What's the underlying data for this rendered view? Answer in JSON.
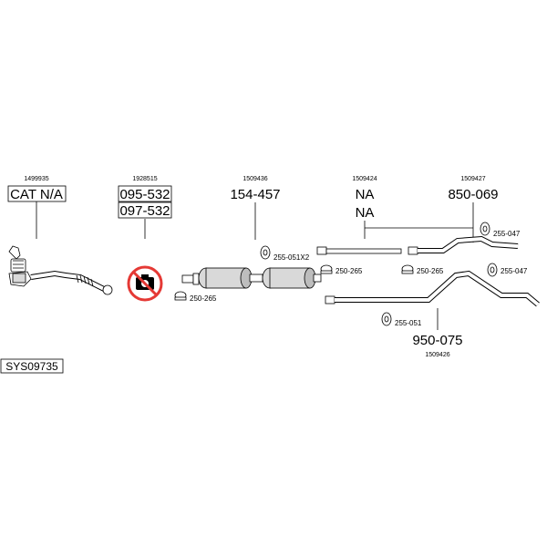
{
  "system_code": "SYS09735",
  "columns": [
    {
      "oem": "1499935",
      "parts": [
        "CAT N/A"
      ]
    },
    {
      "oem": "1928515",
      "parts": [
        "095-532",
        "097-532"
      ]
    },
    {
      "oem": "1509436",
      "parts": [
        "154-457"
      ]
    },
    {
      "oem": "1509424",
      "parts": [
        "NA",
        "NA"
      ]
    },
    {
      "oem": "1509427",
      "parts": [
        "850-069"
      ]
    }
  ],
  "lower_part": {
    "number": "950-075",
    "oem": "1509426"
  },
  "clamps": [
    "250-265",
    "255-051X2",
    "250-265",
    "250-265",
    "255-047",
    "255-047",
    "255-051"
  ],
  "colors": {
    "line": "#000000",
    "pipe_fill": "#ffffff",
    "shade": "#d9d9d9",
    "prohibit": "#e53935"
  },
  "icons": [
    "no-photo-icon"
  ]
}
